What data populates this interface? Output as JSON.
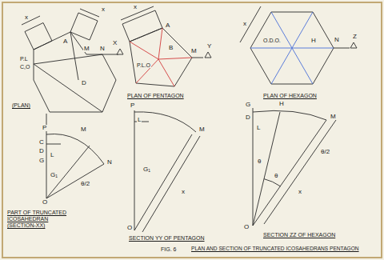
{
  "diagram": {
    "caption": "PLAN AND SECTION OF TRUNCATED ICOSAHEDRANS PENTAGON",
    "labels": [
      "x",
      "x",
      "A",
      "P.L",
      "C,O",
      "M",
      "N",
      "X",
      "D",
      "(PLAN)",
      "P",
      "M",
      "C",
      "D",
      "L",
      "N",
      "G",
      "G₁",
      "θ/2",
      "O",
      "PART OF TRUNCATED ICOSAHEDRAN (SECTION-XX)",
      "x",
      "A",
      "P.L.O",
      "B",
      "M",
      "Y",
      "PLAN OF PENTAGON",
      "P",
      "L",
      "M",
      "G₁",
      "O",
      "x",
      "SECTION YY OF PENTAGON",
      "x",
      "O.D.O.",
      "H",
      "N",
      "Z",
      "PLAN OF HEXAGON",
      "G",
      "H",
      "M",
      "D",
      "L",
      "θ",
      "θ",
      "θ/2",
      "x",
      "O",
      "SECTION ZZ OF HEXAGON",
      "FIG. 6"
    ]
  }
}
